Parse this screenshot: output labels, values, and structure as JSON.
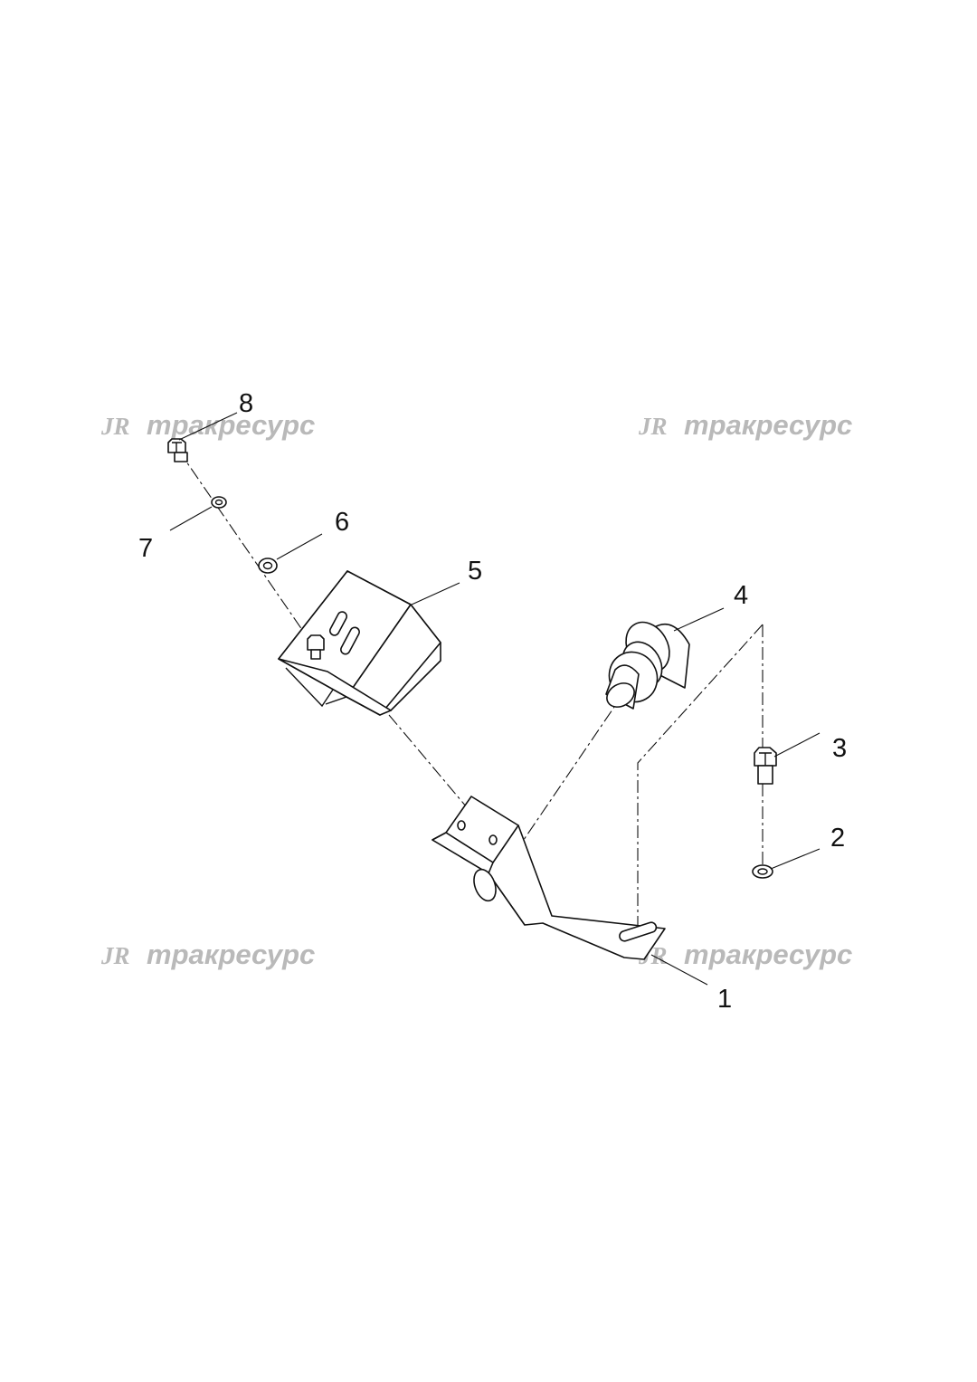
{
  "watermark": {
    "logo": "JR",
    "text": "тракресурс"
  },
  "callouts": {
    "c1": "1",
    "c2": "2",
    "c3": "3",
    "c4": "4",
    "c5": "5",
    "c6": "6",
    "c7": "7",
    "c8": "8"
  },
  "colors": {
    "lines": "#111111",
    "watermark": "#b9b9b9",
    "background": "#ffffff"
  }
}
